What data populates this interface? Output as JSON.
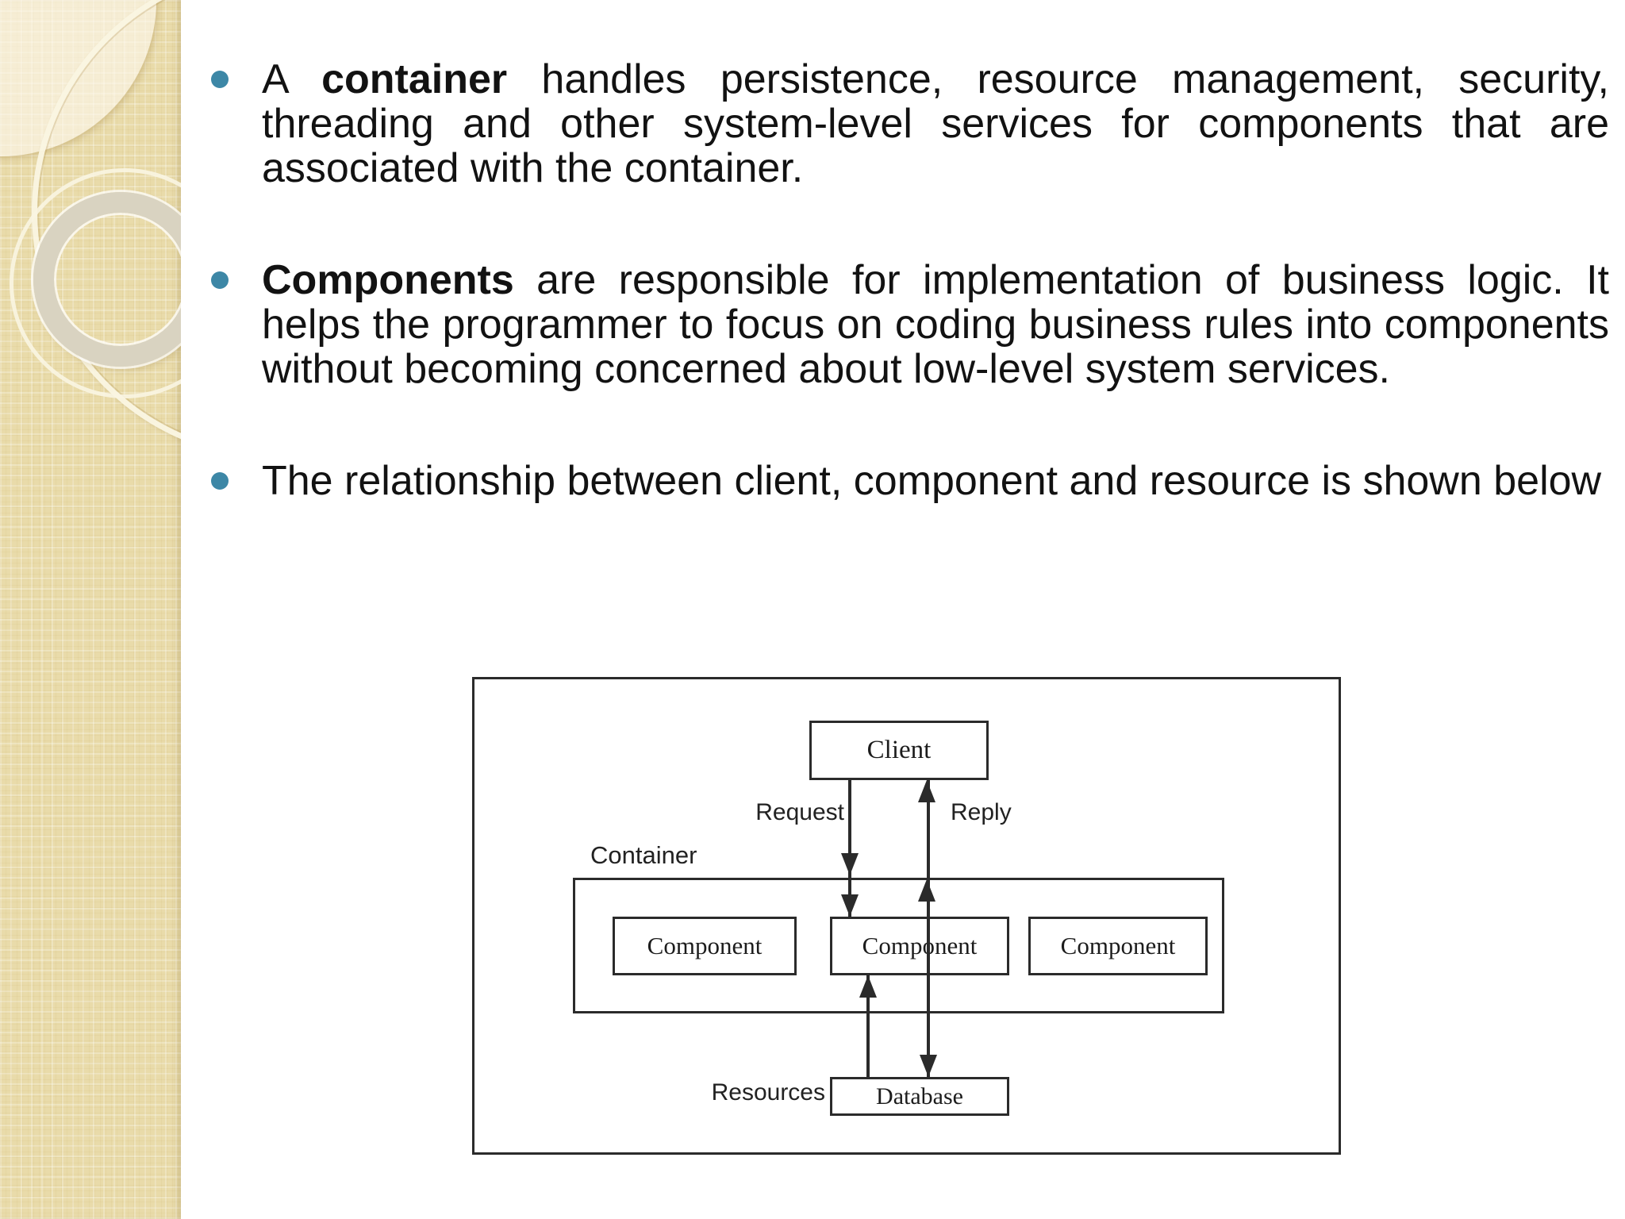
{
  "content": {
    "bullets": [
      {
        "pre": "A ",
        "bold": "container",
        "post": " handles persistence, resource management, security, threading and other system-level services for components that are associated with the container."
      },
      {
        "pre": "",
        "bold": "Components",
        "post": " are responsible for implementation of business logic. It helps the programmer to focus on coding business rules into components without becoming concerned about low-level system services."
      },
      {
        "pre": "",
        "bold": "",
        "post": "The relationship between client, component and resource is shown below"
      }
    ]
  },
  "diagram": {
    "client_label": "Client",
    "request_label": "Request",
    "reply_label": "Reply",
    "container_label": "Container",
    "component_labels": [
      "Component",
      "Component",
      "Component"
    ],
    "resources_label": "Resources",
    "database_label": "Database"
  },
  "colors": {
    "accent": "#3d87a6",
    "sidebar": "#e9dbaa",
    "line": "#2b2b2b",
    "text": "#121212"
  }
}
